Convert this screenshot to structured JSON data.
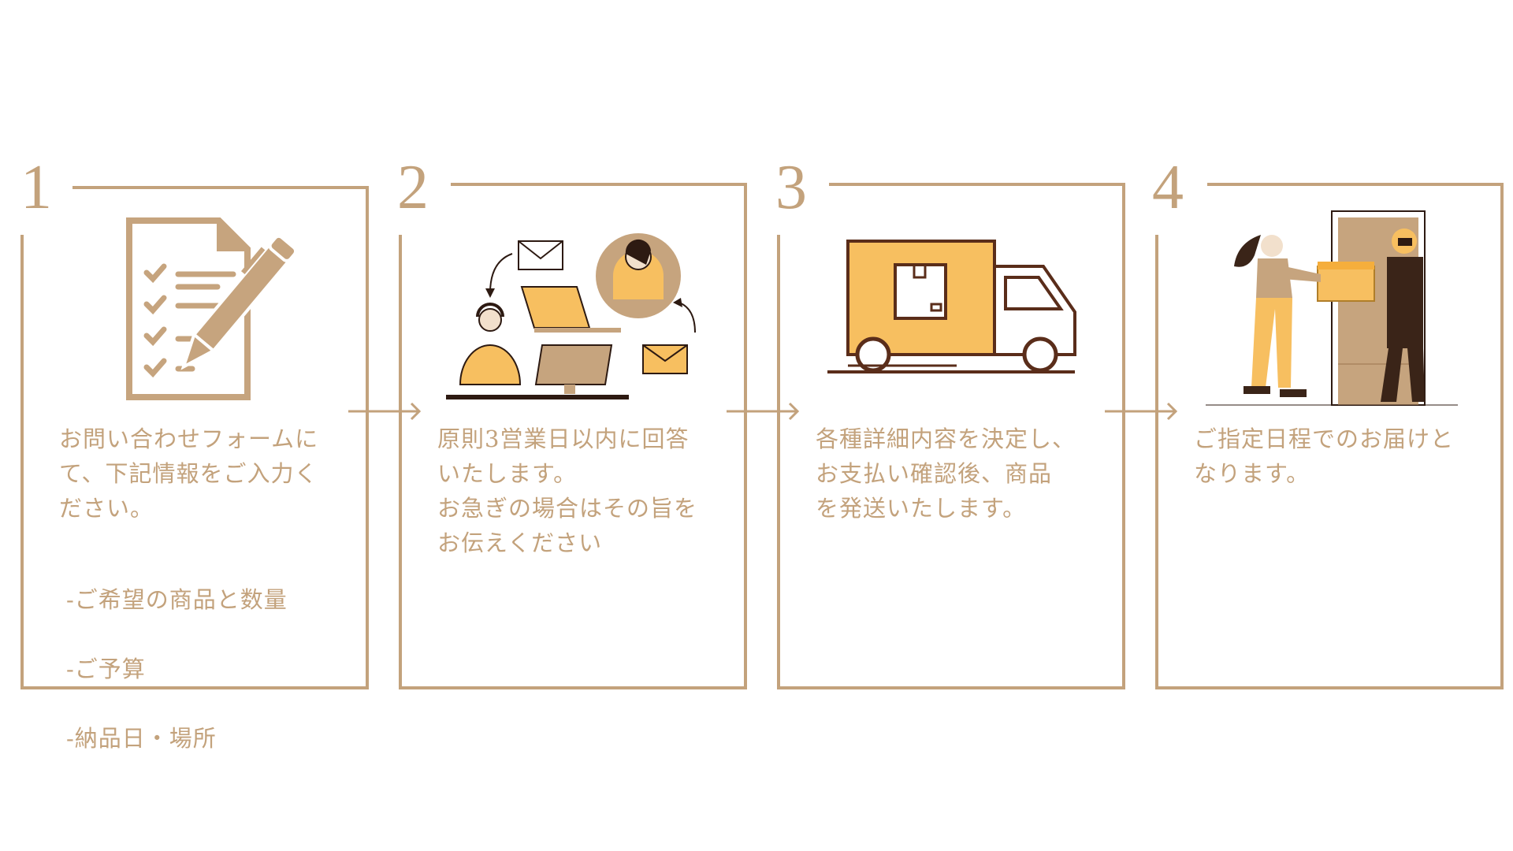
{
  "colors": {
    "accent": "#c3a27c",
    "tan": "#c6a47e",
    "yellow": "#f7bf60",
    "brown": "#5a2d1a",
    "dark": "#3a2418"
  },
  "steps": [
    {
      "number": "1",
      "text": "お問い合わせフォームに\nて、下記情報をご入力く\nださい。",
      "list": [
        "-ご希望の商品と数量",
        "-ご予算",
        "-納品日・場所"
      ],
      "icon": "form-pencil-icon"
    },
    {
      "number": "2",
      "text": "原則3営業日以内に回答\nいたします。\nお急ぎの場合はその旨を\nお伝えください",
      "icon": "support-communication-icon"
    },
    {
      "number": "3",
      "text": "各種詳細内容を決定し、\nお支払い確認後、商品\nを発送いたします。",
      "icon": "delivery-truck-icon"
    },
    {
      "number": "4",
      "text": "ご指定日程でのお届けと\nなります。",
      "icon": "package-handoff-icon"
    }
  ]
}
